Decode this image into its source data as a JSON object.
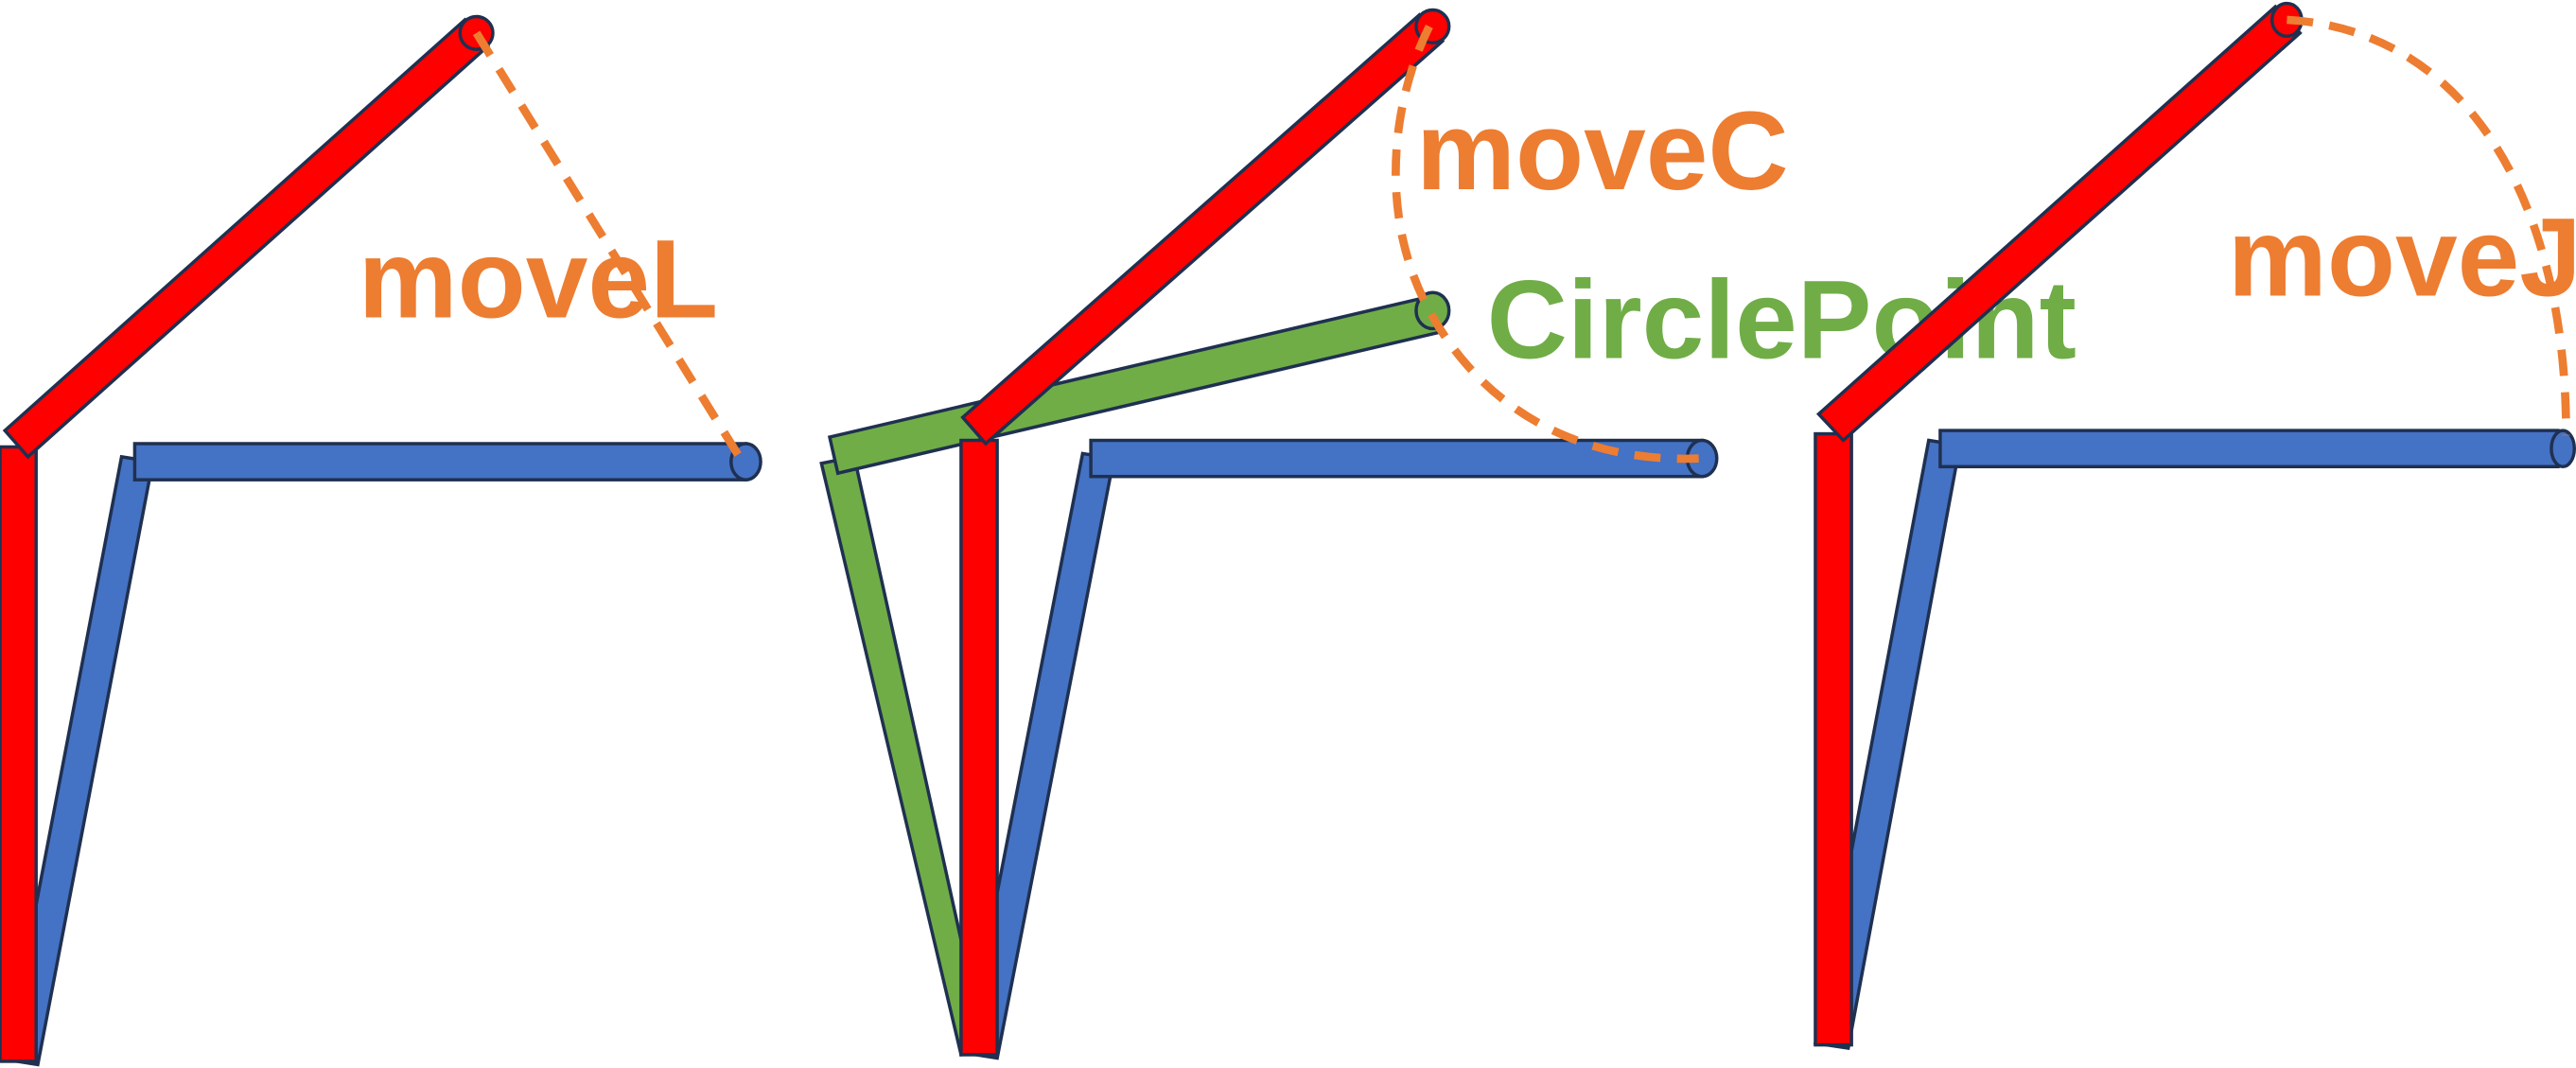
{
  "labels": {
    "movel": "moveL",
    "movec": "moveC",
    "circle_point": "CirclePoint",
    "movej": "moveJ"
  },
  "colors": {
    "red_link": "#ff0000",
    "blue_link": "#4472c4",
    "green_link": "#70ad47",
    "path": "#ed7d31",
    "circle_point_text": "#70ad47",
    "outline": "#1f3050"
  },
  "panels": [
    {
      "motion": "moveL",
      "path": "straight line"
    },
    {
      "motion": "moveC",
      "path": "circular arc through CirclePoint"
    },
    {
      "motion": "moveJ",
      "path": "joint-space curve"
    }
  ]
}
